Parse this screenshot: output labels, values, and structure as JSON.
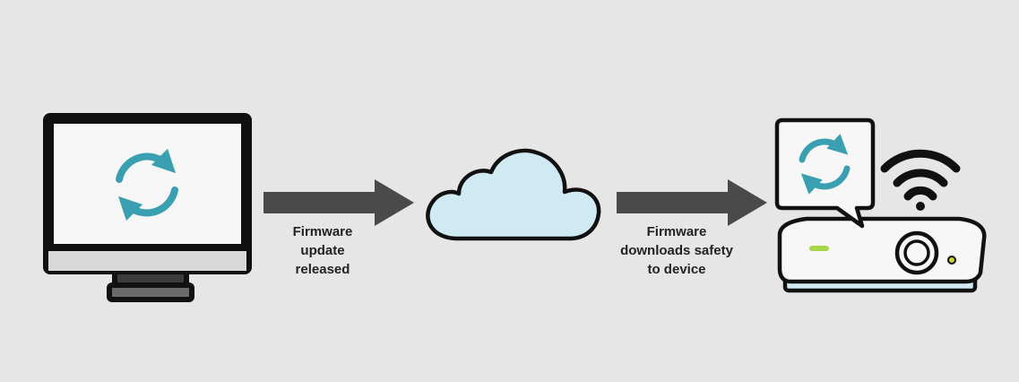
{
  "steps": [
    {
      "name": "computer",
      "lines": []
    },
    {
      "name": "cloud",
      "lines": []
    },
    {
      "name": "projector",
      "lines": []
    }
  ],
  "captions": {
    "first": [
      "Firmware",
      "update",
      "released"
    ],
    "second": [
      "Firmware",
      "downloads safety",
      "to device"
    ]
  },
  "icons": {
    "monitor": "monitor-icon",
    "refresh": "refresh-icon",
    "arrow": "arrow-right-icon",
    "cloud": "cloud-icon",
    "projector": "projector-icon",
    "speech_bubble": "speech-bubble-icon",
    "wifi": "wifi-icon"
  },
  "colors": {
    "background": "#e6e6e6",
    "outline": "#111111",
    "screen": "#f7f7f7",
    "monitor_chin": "#d9d9d9",
    "refresh": "#3a9fb0",
    "arrow": "#4a4a4a",
    "cloud_fill": "#cfeaf2",
    "projector_base": "#cfeaf2",
    "projector_led": "#a8d64a",
    "projector_dot": "#c8d42a"
  }
}
